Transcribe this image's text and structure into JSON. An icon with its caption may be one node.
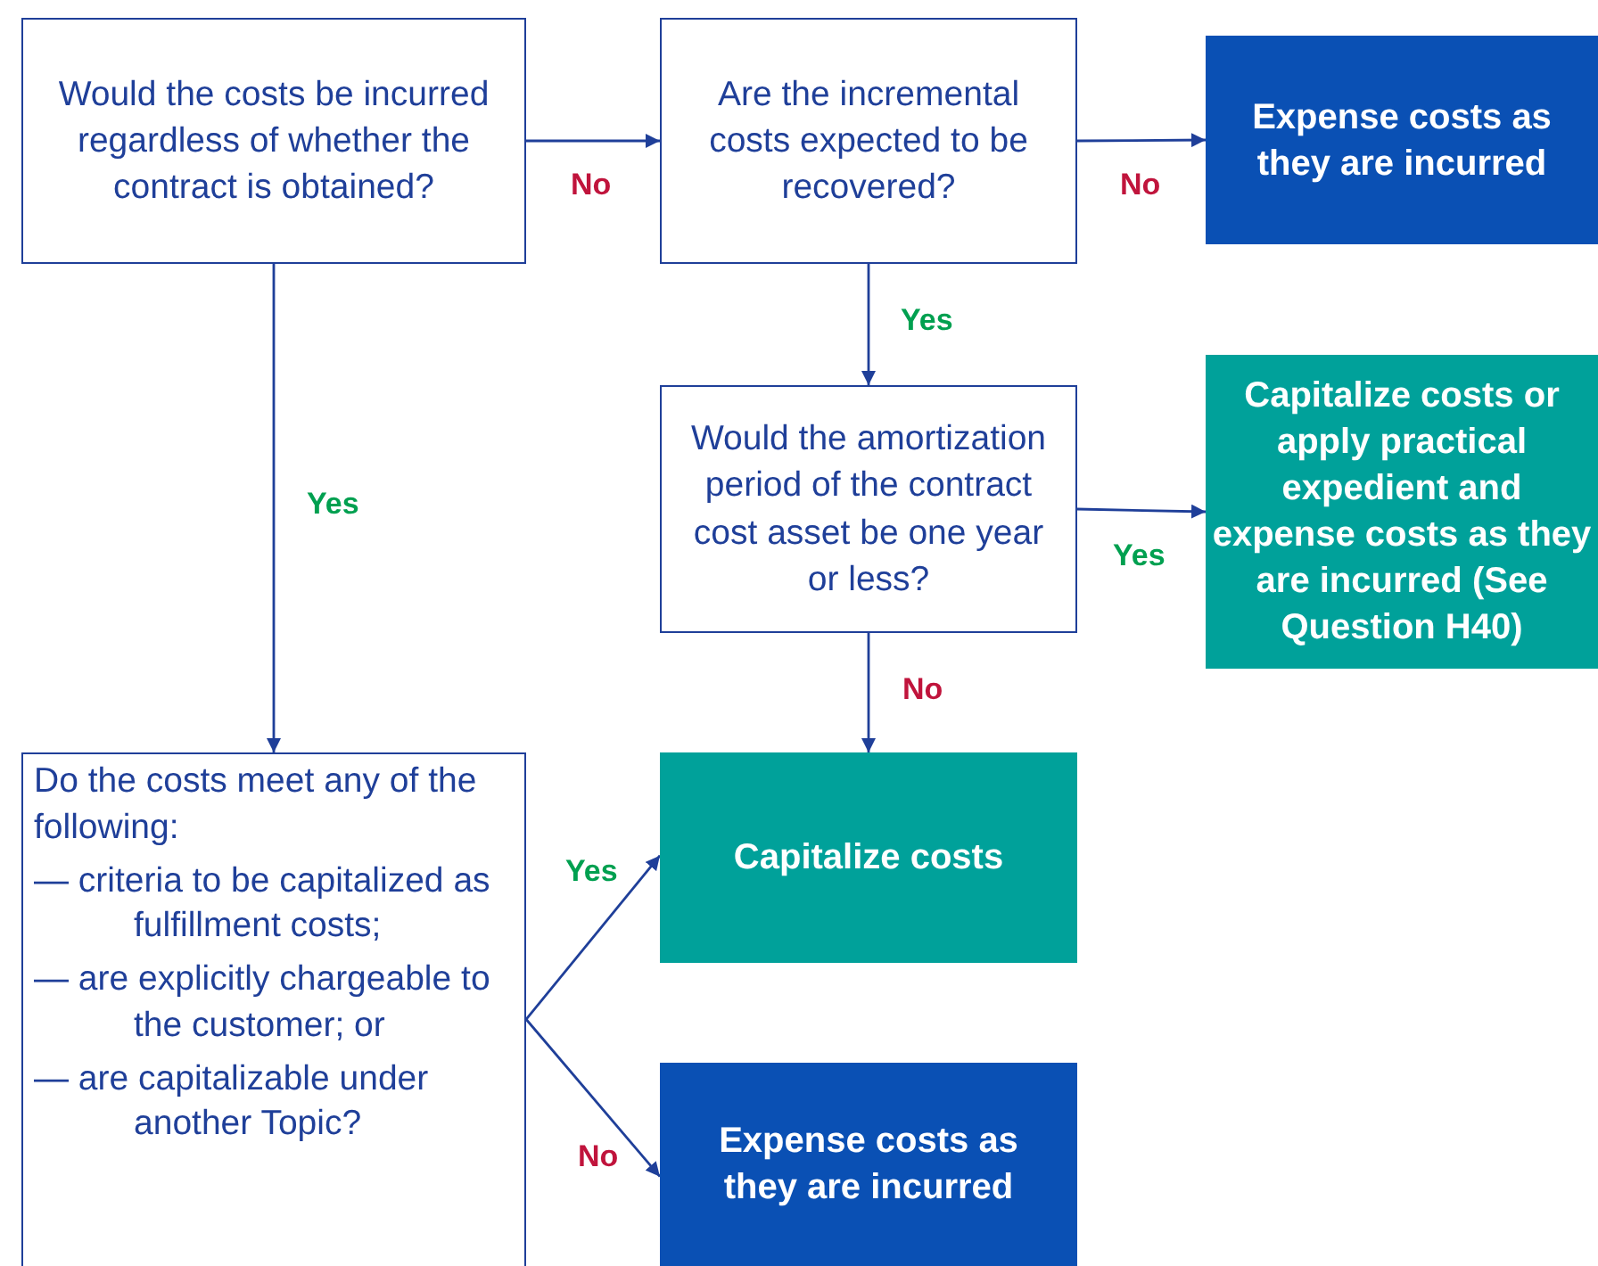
{
  "diagram": {
    "nodes": [
      {
        "text": [
          "Would the costs be incurred regardless of whether the contract is obtained?"
        ]
      },
      {
        "text": [
          "Are the incremental costs expected to be recovered?"
        ]
      },
      {
        "text": [
          "Expense costs as they are incurred"
        ]
      },
      {
        "text": [
          "Would the amortization period of the contract cost asset be one year or less?"
        ]
      },
      {
        "text": [
          "Capitalize costs or apply practical expedient and expense costs as they are incurred (See Question H40)"
        ]
      },
      {
        "text": [
          "Do the costs meet any of the following:",
          "— criteria to be capitalized as fulfillment costs;",
          "— are explicitly chargeable to the customer; or",
          "— are capitalizable under another Topic?"
        ]
      },
      {
        "text": [
          "Capitalize costs"
        ]
      },
      {
        "text": [
          "Expense costs as they are incurred"
        ]
      }
    ],
    "edges": [
      {
        "from": 0,
        "to": 1,
        "arrow": "to",
        "label": "No"
      },
      {
        "from": 1,
        "to": 2,
        "arrow": "to",
        "label": "No"
      },
      {
        "from": 1,
        "to": 3,
        "arrow": "to",
        "label": "Yes"
      },
      {
        "from": 3,
        "to": 4,
        "arrow": "to",
        "label": "Yes"
      },
      {
        "from": 3,
        "to": 6,
        "arrow": "to",
        "label": "No"
      },
      {
        "from": 0,
        "to": 5,
        "arrow": "to",
        "label": "Yes"
      },
      {
        "from": 5,
        "to": 6,
        "arrow": "to",
        "label": "Yes"
      },
      {
        "from": 5,
        "to": 7,
        "arrow": "to",
        "label": "No"
      }
    ]
  }
}
